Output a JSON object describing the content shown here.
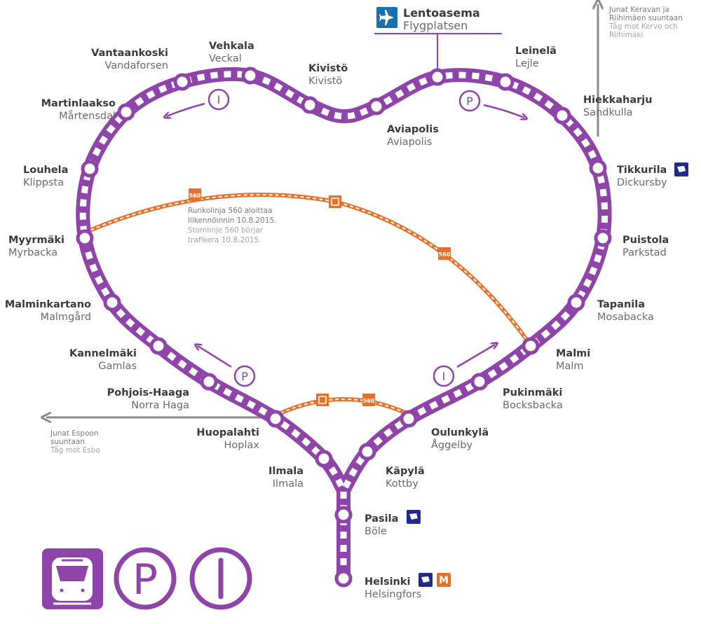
{
  "colors": {
    "line": "#8e44a8",
    "bus": "#e8712a",
    "train_icon": "#1f2a8a",
    "arrow": "#8a8a8a"
  },
  "airport": {
    "fi": "Lentoasema",
    "sv": "Flygplatsen",
    "icon": "airplane-icon"
  },
  "stations": {
    "vantaankoski": {
      "fi": "Vantaankoski",
      "sv": "Vandaforsen"
    },
    "vehkala": {
      "fi": "Vehkala",
      "sv": "Veckal"
    },
    "kivisto": {
      "fi": "Kivistö",
      "sv": "Kivistö"
    },
    "martinlaakso": {
      "fi": "Martinlaakso",
      "sv": "Mårtensdal"
    },
    "louhela": {
      "fi": "Louhela",
      "sv": "Klippsta"
    },
    "myyrmaki": {
      "fi": "Myyrmäki",
      "sv": "Myrbacka"
    },
    "malminkartano": {
      "fi": "Malminkartano",
      "sv": "Malmgård"
    },
    "kannelmaki": {
      "fi": "Kannelmäki",
      "sv": "Gamlas"
    },
    "pohjoishaaga": {
      "fi": "Pohjois-Haaga",
      "sv": "Norra Haga"
    },
    "huopalahti": {
      "fi": "Huopalahti",
      "sv": "Hoplax"
    },
    "ilmala": {
      "fi": "Ilmala",
      "sv": "Ilmala"
    },
    "aviapolis": {
      "fi": "Aviapolis",
      "sv": "Aviapolis"
    },
    "leinela": {
      "fi": "Leinelä",
      "sv": "Lejle"
    },
    "hiekkaharju": {
      "fi": "Hiekkaharju",
      "sv": "Sandkulla"
    },
    "tikkurila": {
      "fi": "Tikkurila",
      "sv": "Dickursby"
    },
    "puistola": {
      "fi": "Puistola",
      "sv": "Parkstad"
    },
    "tapanila": {
      "fi": "Tapanila",
      "sv": "Mosabacka"
    },
    "malmi": {
      "fi": "Malmi",
      "sv": "Malm"
    },
    "pukinmaki": {
      "fi": "Pukinmäki",
      "sv": "Bocksbacka"
    },
    "oulunkyla": {
      "fi": "Oulunkylä",
      "sv": "Åggelby"
    },
    "kapyla": {
      "fi": "Käpylä",
      "sv": "Kottby"
    },
    "pasila": {
      "fi": "Pasila",
      "sv": "Böle"
    },
    "helsinki": {
      "fi": "Helsinki",
      "sv": "Helsingfors",
      "metro": "M"
    }
  },
  "directions": {
    "north": {
      "fi1": "Junat Keravan ja",
      "fi2": "Riihimäen suuntaan",
      "sv1": "Tåg mot Kervo och",
      "sv2": "Riihimäki"
    },
    "west": {
      "fi1": "Junat Espoon",
      "fi2": "suuntaan",
      "sv1": "Tåg mot Esbo"
    }
  },
  "bus": {
    "number": "560",
    "note_fi1": "Runkolinja 560 aloittaa",
    "note_fi2": "liikennöinnin 10.8.2015.",
    "note_sv1": "Stomlinje 560 börjar",
    "note_sv2": "trafikera 10.8.2015."
  },
  "symbols": {
    "park": "P",
    "info": "I"
  },
  "legend": {
    "park": "P",
    "info": "I",
    "train": "train-icon"
  }
}
